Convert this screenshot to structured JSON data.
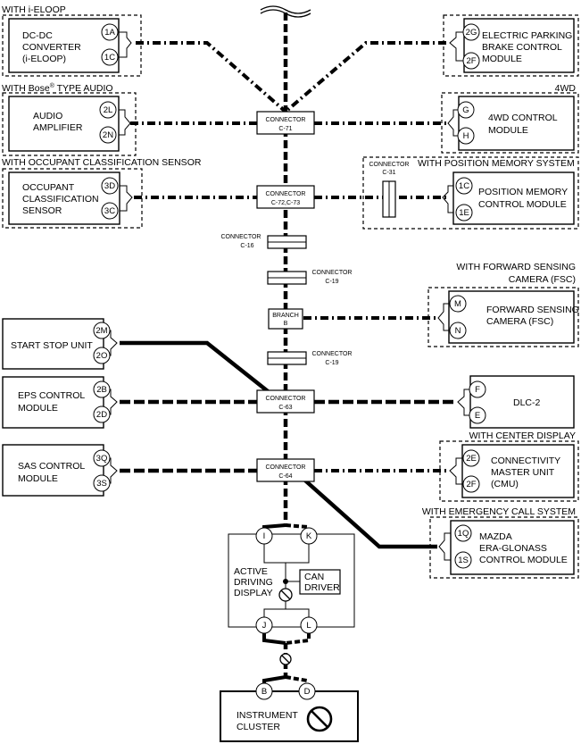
{
  "labels": {
    "with_i_eloop": "WITH i-ELOOP",
    "with_bose_pre": "WITH Bose",
    "with_bose_reg": "®",
    "with_bose_post": " TYPE AUDIO",
    "four_wd_group": "4WD",
    "with_occupant": "WITH OCCUPANT CLASSIFICATION SENSOR",
    "with_position_memory": "WITH POSITION MEMORY SYSTEM",
    "with_fsc_1": "WITH FORWARD SENSING",
    "with_fsc_2": "CAMERA (FSC)",
    "with_center_display": "WITH CENTER DISPLAY",
    "with_emergency_call": "WITH EMERGENCY CALL SYSTEM"
  },
  "modules": {
    "dcdc": {
      "line1": "DC-DC",
      "line2": "CONVERTER",
      "line3": "(i-ELOOP)",
      "pin_a": "1A",
      "pin_b": "1C"
    },
    "epb": {
      "line1": "ELECTRIC PARKING",
      "line2": "BRAKE CONTROL",
      "line3": "MODULE",
      "pin_a": "2G",
      "pin_b": "2F"
    },
    "audio": {
      "line1": "AUDIO",
      "line2": "AMPLIFIER",
      "pin_a": "2L",
      "pin_b": "2N"
    },
    "fourwd": {
      "line1": "4WD CONTROL",
      "line2": "MODULE",
      "pin_a": "G",
      "pin_b": "H"
    },
    "ocs": {
      "line1": "OCCUPANT",
      "line2": "CLASSIFICATION",
      "line3": "SENSOR",
      "pin_a": "3D",
      "pin_b": "3C"
    },
    "pos": {
      "line1": "POSITION MEMORY",
      "line2": "CONTROL MODULE",
      "pin_a": "1C",
      "pin_b": "1E"
    },
    "fsc": {
      "line1": "FORWARD SENSING",
      "line2": "CAMERA (FSC)",
      "pin_a": "M",
      "pin_b": "N"
    },
    "start_stop": {
      "line1": "START STOP UNIT",
      "pin_a": "2M",
      "pin_b": "2O"
    },
    "eps": {
      "line1": "EPS CONTROL",
      "line2": "MODULE",
      "pin_a": "2B",
      "pin_b": "2D"
    },
    "dlc": {
      "line1": "DLC-2",
      "pin_a": "F",
      "pin_b": "E"
    },
    "sas": {
      "line1": "SAS CONTROL",
      "line2": "MODULE",
      "pin_a": "3Q",
      "pin_b": "3S"
    },
    "cmu": {
      "line1": "CONNECTIVITY",
      "line2": "MASTER UNIT",
      "line3": "(CMU)",
      "pin_a": "2E",
      "pin_b": "2F"
    },
    "era": {
      "line1": "MAZDA",
      "line2": "ERA-GLONASS",
      "line3": "CONTROL MODULE",
      "pin_a": "1Q",
      "pin_b": "1S"
    },
    "add": {
      "line1": "ACTIVE",
      "line2": "DRIVING",
      "line3": "DISPLAY",
      "can1": "CAN",
      "can2": "DRIVER",
      "pin_i": "I",
      "pin_k": "K",
      "pin_j": "J",
      "pin_l": "L"
    },
    "cluster": {
      "line1": "INSTRUMENT",
      "line2": "CLUSTER",
      "pin_b": "B",
      "pin_d": "D"
    }
  },
  "connectors": {
    "c71": {
      "line1": "CONNECTOR",
      "line2": "C-71"
    },
    "c72": {
      "line1": "CONNECTOR",
      "line2": "C-72,C-73"
    },
    "c31": {
      "line1": "CONNECTOR",
      "line2": "C-31"
    },
    "c16": {
      "line1": "CONNECTOR",
      "line2": "C-16"
    },
    "c19a": {
      "line1": "CONNECTOR",
      "line2": "C-19"
    },
    "branch": {
      "line1": "BRANCH",
      "line2": "B"
    },
    "c19b": {
      "line1": "CONNECTOR",
      "line2": "C-19"
    },
    "c63": {
      "line1": "CONNECTOR",
      "line2": "C-63"
    },
    "c64": {
      "line1": "CONNECTOR",
      "line2": "C-64"
    }
  }
}
